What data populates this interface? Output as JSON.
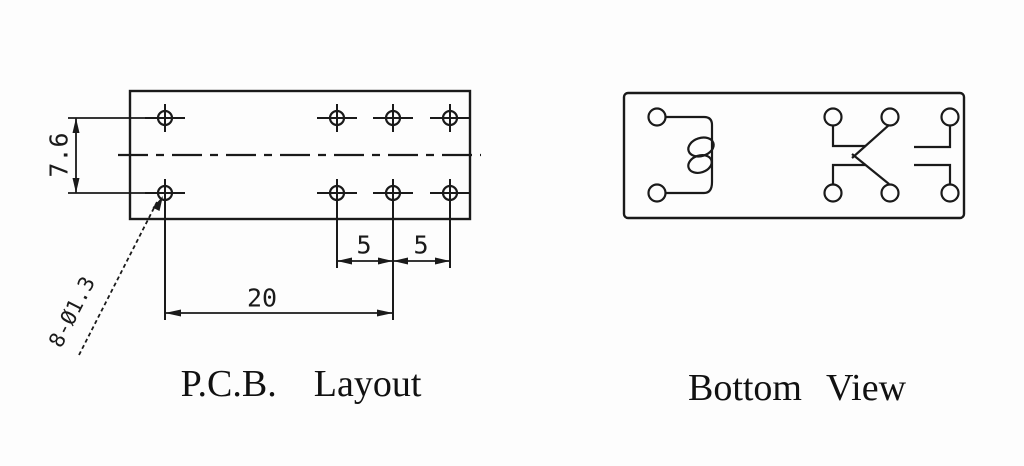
{
  "colors": {
    "ink": "#1a1a1a",
    "background": "#fdfdfd"
  },
  "pcb_layout": {
    "caption_words": [
      "P.C.B.",
      "Layout"
    ],
    "dimensions": {
      "row_spacing": "7.6",
      "pitch_left": "5",
      "pitch_right": "5",
      "overall_span": "20",
      "hole_callout": "8-Ø1.3"
    }
  },
  "bottom_view": {
    "caption_words": [
      "Bottom",
      "View"
    ]
  }
}
